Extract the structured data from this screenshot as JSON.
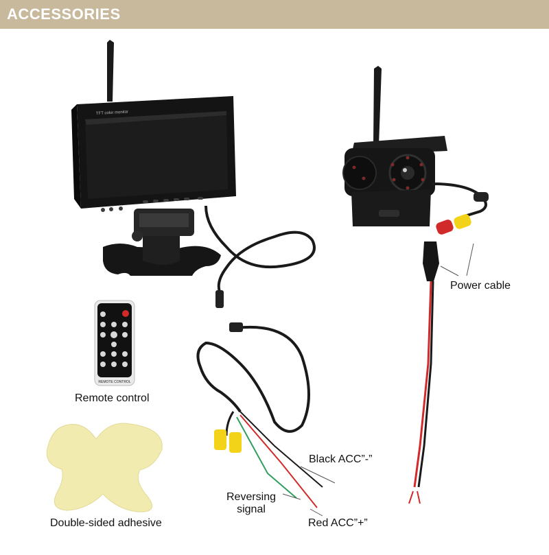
{
  "header": {
    "title": "ACCESSORIES"
  },
  "monitor": {
    "bezel_text": "TFT color monitor"
  },
  "remote": {
    "bottom_text": "REMOTE CONTROL"
  },
  "labels": {
    "power_cable": "Power cable",
    "remote_control": "Remote control",
    "black_acc": "Black ACC”-”",
    "reversing_signal_line1": "Reversing",
    "reversing_signal_line2": "signal",
    "double_sided_adhesive": "Double-sided adhesive",
    "red_acc": "Red ACC”+”"
  },
  "colors": {
    "header_bg": "#c8b89c",
    "adhesive": "#f1ebb0",
    "wire_red": "#d12a2a",
    "wire_green": "#2e9e5e",
    "rca_yellow": "#f3d21a"
  }
}
